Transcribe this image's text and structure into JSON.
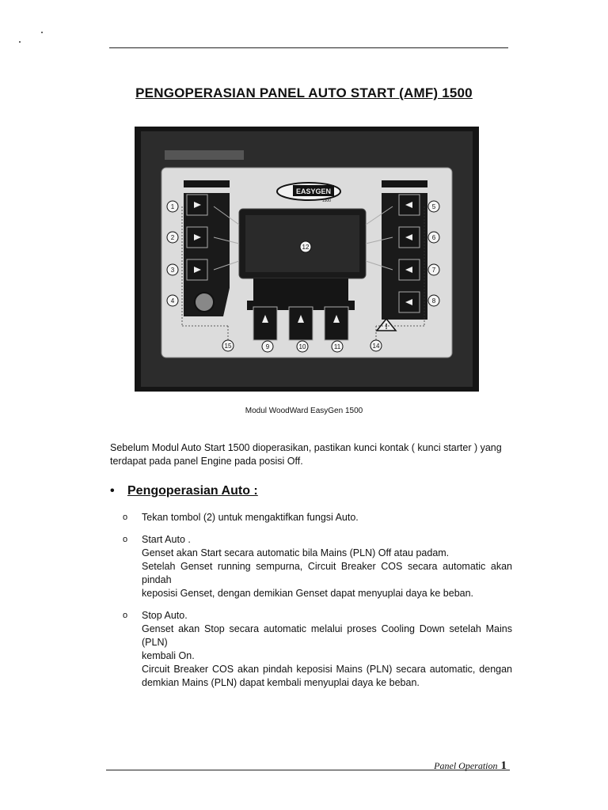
{
  "title": "PENGOPERASIAN PANEL AUTO START (AMF) 1500",
  "panel": {
    "brand_logo": "EASYGEN",
    "brand_sub": "1500",
    "callouts": [
      "1",
      "2",
      "3",
      "4",
      "5",
      "6",
      "7",
      "8",
      "9",
      "10",
      "11",
      "12",
      "14",
      "15"
    ]
  },
  "caption": "Modul WoodWard EasyGen 1500",
  "intro": "Sebelum Modul Auto Start 1500 dioperasikan, pastikan kunci kontak ( kunci starter ) yang terdapat pada panel Engine pada posisi Off.",
  "section": {
    "bullet": "•",
    "heading": "Pengoperasian Auto :"
  },
  "items": [
    {
      "marker": "o",
      "lines": [
        "Tekan tombol (2) untuk mengaktifkan fungsi Auto."
      ]
    },
    {
      "marker": "o",
      "lines": [
        "Start Auto .",
        "Genset akan Start secara automatic bila Mains (PLN) Off atau padam.",
        "Setelah Genset running sempurna, Circuit Breaker COS secara automatic akan pindah",
        "keposisi Genset, dengan demikian Genset dapat menyuplai daya ke beban."
      ]
    },
    {
      "marker": "o",
      "lines": [
        "Stop Auto.",
        "Genset akan Stop secara automatic melalui proses Cooling Down setelah Mains (PLN)",
        "kembali On.",
        "Circuit Breaker COS akan pindah keposisi Mains (PLN) secara automatic, dengan",
        "demkian Mains (PLN) dapat kembali menyuplai daya ke beban."
      ]
    }
  ],
  "footer": {
    "label": "Panel Operation",
    "page": "1"
  }
}
